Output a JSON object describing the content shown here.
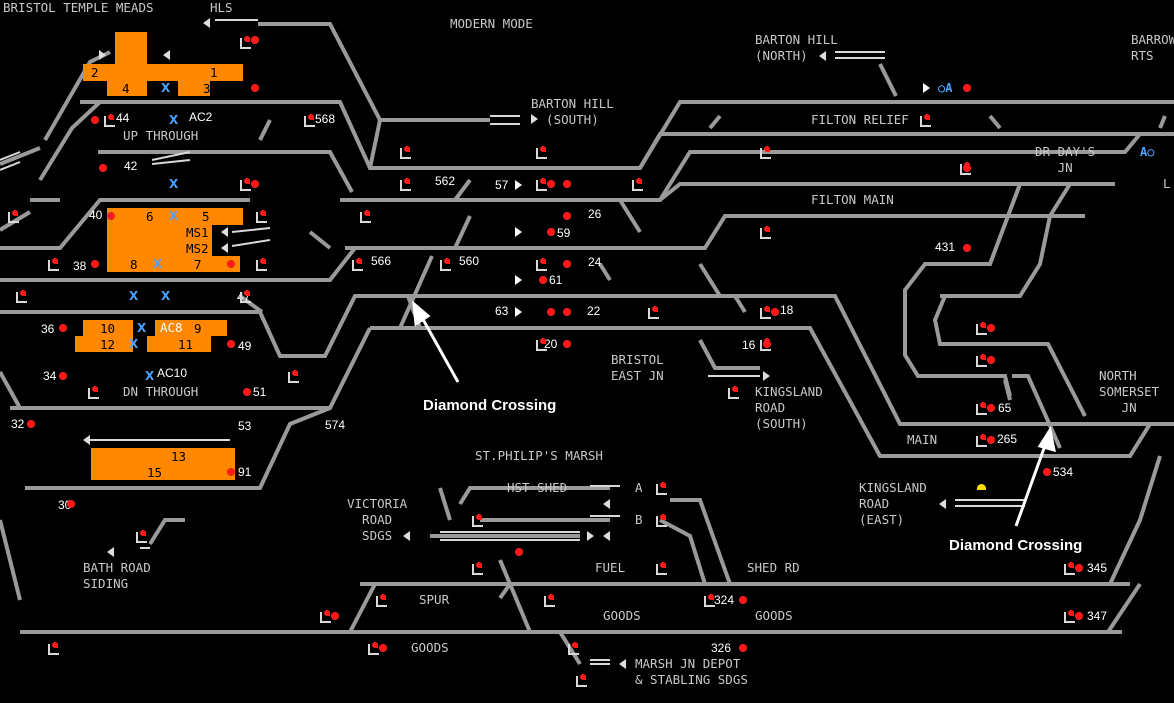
{
  "view_title": "MODERN MODE",
  "locations": {
    "bristol_temple_meads": "BRISTOL TEMPLE MEADS",
    "hls": "HLS",
    "barton_hill_north": "BARTON HILL\n(NORTH)",
    "barrow_rts": "BARROW\nRTS",
    "barton_hill_south": "BARTON HILL\n  (SOUTH)",
    "filton_relief": "FILTON RELIEF",
    "filton_main": "FILTON MAIN",
    "dr_days_jn": "DR DAY'S\n   JN",
    "up_through": "UP THROUGH",
    "dn_through": "DN THROUGH",
    "bristol_east_jn": "BRISTOL\nEAST JN",
    "kingsland_road_south": "KINGSLAND\nROAD\n(SOUTH)",
    "north_somerset_jn": "NORTH\nSOMERSET\n   JN",
    "main": "MAIN",
    "st_philips_marsh": "ST.PHILIP'S MARSH",
    "hst_shed": "HST SHED",
    "victoria_road_sdgs": "VICTORIA\n  ROAD\n  SDGS",
    "kingsland_road_east": "KINGSLAND\nROAD\n(EAST)",
    "fuel": "FUEL",
    "shed_rd": "SHED RD",
    "spur": "SPUR",
    "goods_1": "GOODS",
    "goods_2": "GOODS",
    "goods_3": "GOODS",
    "bath_road_siding": "BATH ROAD\nSIDING",
    "marsh_jn_depot": "MARSH JN DEPOT\n& STABLING SDGS",
    "road_a": "A",
    "road_b": "B",
    "la_cut": "L"
  },
  "platforms": {
    "p1": "1",
    "p2": "2",
    "p3": "3",
    "p4": "4",
    "p5": "5",
    "p6": "6",
    "p7": "7",
    "p8": "8",
    "p9": "9",
    "p10": "10",
    "p11": "11",
    "p12": "12",
    "p13": "13",
    "p15": "15",
    "ms1": "MS1",
    "ms2": "MS2",
    "ac8": "AC8"
  },
  "markers": {
    "ac2": "AC2",
    "ac10": "AC10",
    "oa": "○A",
    "ao": "A○"
  },
  "signals": {
    "s44": "44",
    "s568": "568",
    "s42": "42",
    "s562": "562",
    "s57": "57",
    "s40": "40",
    "s26": "26",
    "s59": "59",
    "s566": "566",
    "s560": "560",
    "s24": "24",
    "s38": "38",
    "s61": "61",
    "s47": "47",
    "s63": "63",
    "s22": "22",
    "s18": "18",
    "s36": "36",
    "s49": "49",
    "s20": "20",
    "s16": "16",
    "s34": "34",
    "s51": "51",
    "s32": "32",
    "s53": "53",
    "s574": "574",
    "s91": "91",
    "s30": "30",
    "s431": "431",
    "s65": "65",
    "s265": "265",
    "s534": "534",
    "s345": "345",
    "s347": "347",
    "s324": "324",
    "s326": "326"
  },
  "annotations": {
    "diamond_left": "Diamond Crossing",
    "diamond_right": "Diamond Crossing"
  },
  "colors": {
    "background": "#000000",
    "track": "#9a9a9a",
    "platform": "#ff8800",
    "signal_red": "#ff1a1a",
    "route_marker": "#4aa3ff",
    "annotation": "#ffffff"
  }
}
